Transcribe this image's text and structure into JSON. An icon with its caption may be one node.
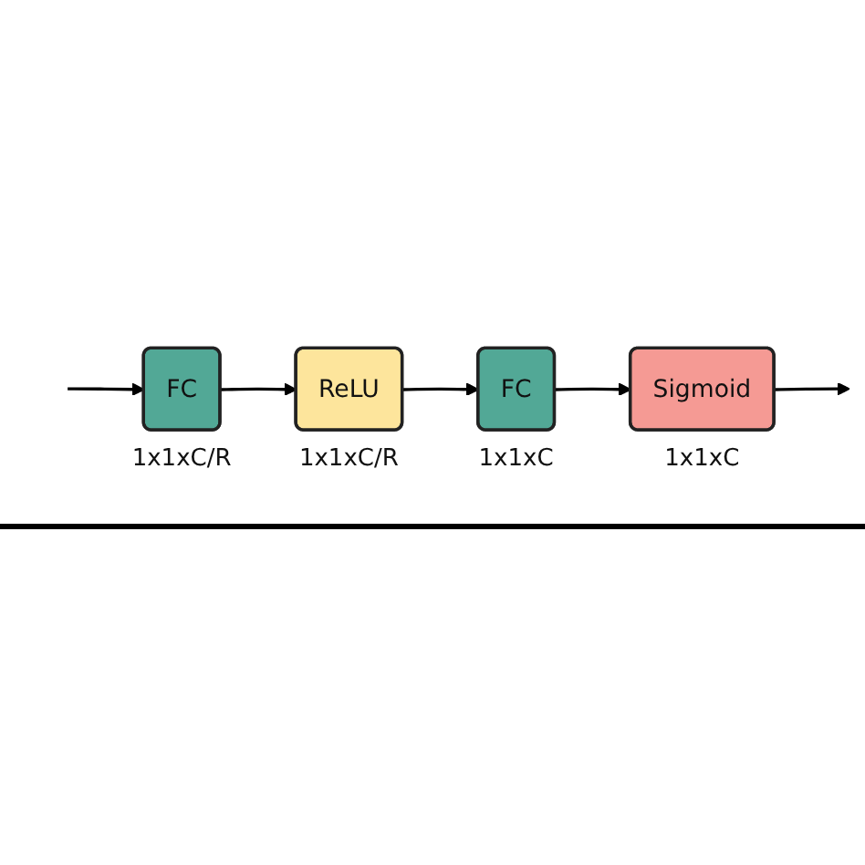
{
  "diagram": {
    "nodes": [
      {
        "text": [
          "FC"
        ],
        "beside": [
          "1x1xC/R"
        ]
      },
      {
        "text": [
          "ReLU"
        ],
        "beside": [
          "1x1xC/R"
        ]
      },
      {
        "text": [
          "FC"
        ],
        "beside": [
          "1x1xC"
        ]
      },
      {
        "text": [
          "Sigmoid"
        ],
        "beside": [
          "1x1xC"
        ]
      }
    ],
    "edges": [
      {
        "from": null,
        "to": 0,
        "arrow": "to"
      },
      {
        "from": 0,
        "to": 1,
        "arrow": "to"
      },
      {
        "from": 1,
        "to": 2,
        "arrow": "to"
      },
      {
        "from": 2,
        "to": 3,
        "arrow": "to"
      },
      {
        "from": 3,
        "to": null,
        "arrow": "to"
      }
    ]
  }
}
